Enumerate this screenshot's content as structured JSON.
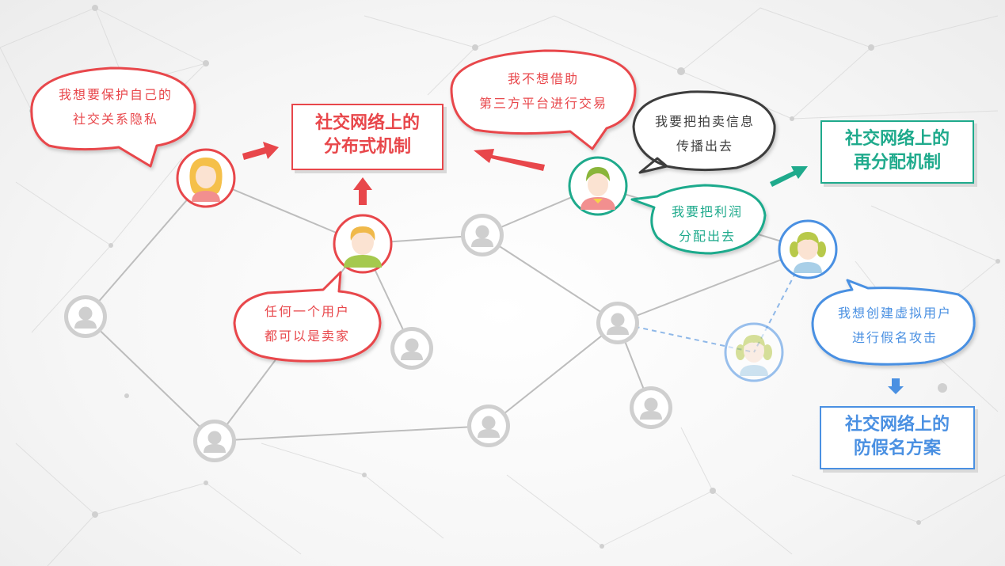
{
  "bubbles": {
    "privacy": {
      "line1": "我想要保护自己的",
      "line2": "社交关系隐私"
    },
    "no_third_party": {
      "line1": "我不想借助",
      "line2": "第三方平台进行交易"
    },
    "any_user": {
      "line1": "任何一个用户",
      "line2": "都可以是卖家"
    },
    "broadcast": {
      "line1": "我要把拍卖信息",
      "line2": "传播出去"
    },
    "profit": {
      "line1": "我要把利润",
      "line2": "分配出去"
    },
    "sybil": {
      "line1": "我想创建虚拟用户",
      "line2": "进行假名攻击"
    }
  },
  "boxes": {
    "distributed": {
      "line1": "社交网络上的",
      "line2": "分布式机制"
    },
    "redistribution": {
      "line1": "社交网络上的",
      "line2": "再分配机制"
    },
    "anti_sybil": {
      "line1": "社交网络上的",
      "line2": "防假名方案"
    }
  },
  "colors": {
    "red": "#e8474b",
    "green": "#1faa8c",
    "blue": "#4a90e2",
    "dark": "#3d3d3d",
    "node_gray": "#c8c8c8",
    "edge_gray": "#bdbdbd"
  },
  "icons": [
    "user-avatar-icon",
    "generic-user-icon",
    "arrow-icon"
  ]
}
